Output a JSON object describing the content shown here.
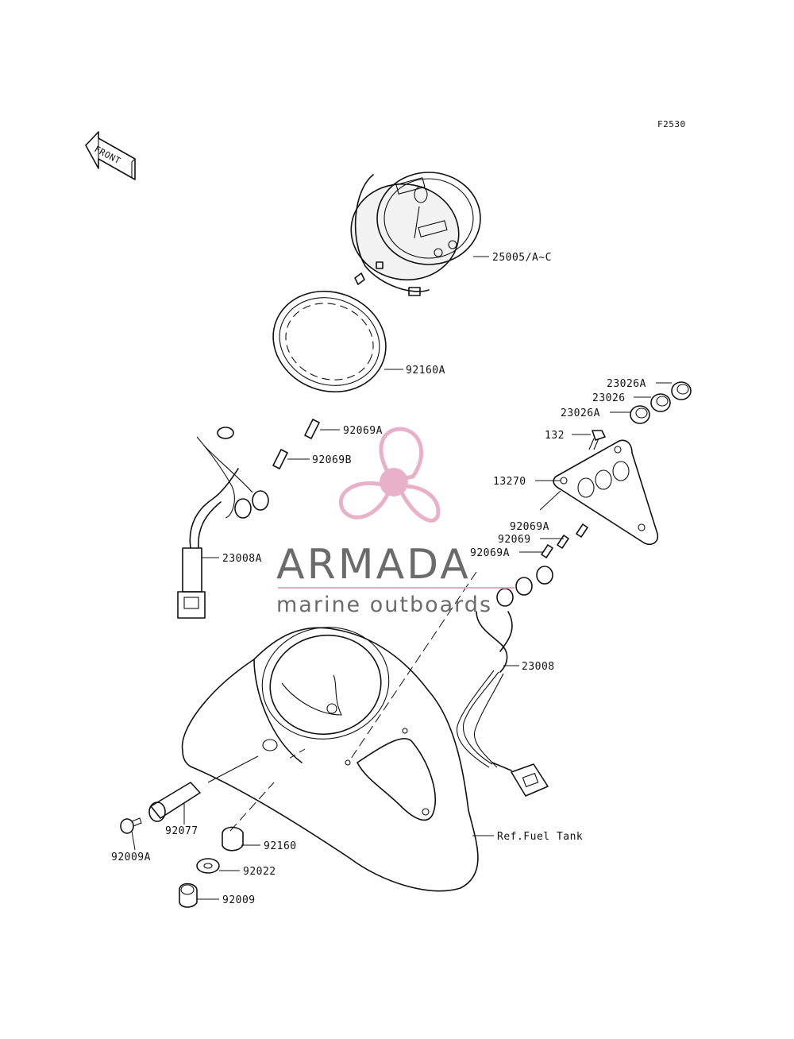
{
  "figure_code": "F2530",
  "front_label": "FRONT",
  "watermark": {
    "brand": "ARMADA",
    "tagline": "marine outboards",
    "brand_color": "#6b6b6b",
    "logo_color": "#e7a9c4"
  },
  "parts": [
    {
      "id": "p1",
      "label": "25005/A~C"
    },
    {
      "id": "p2",
      "label": "92160A"
    },
    {
      "id": "p3",
      "label": "23026A"
    },
    {
      "id": "p4",
      "label": "23026"
    },
    {
      "id": "p5",
      "label": "23026A"
    },
    {
      "id": "p6",
      "label": "132"
    },
    {
      "id": "p7",
      "label": "92069A"
    },
    {
      "id": "p8",
      "label": "92069B"
    },
    {
      "id": "p9",
      "label": "13270"
    },
    {
      "id": "p10",
      "label": "92069A"
    },
    {
      "id": "p11",
      "label": "92069"
    },
    {
      "id": "p12",
      "label": "92069A"
    },
    {
      "id": "p13",
      "label": "23008A"
    },
    {
      "id": "p14",
      "label": "23008"
    },
    {
      "id": "p15",
      "label": "92077"
    },
    {
      "id": "p16",
      "label": "92009A"
    },
    {
      "id": "p17",
      "label": "92160"
    },
    {
      "id": "p18",
      "label": "Ref.Fuel Tank"
    },
    {
      "id": "p19",
      "label": "92022"
    },
    {
      "id": "p20",
      "label": "92009"
    }
  ]
}
